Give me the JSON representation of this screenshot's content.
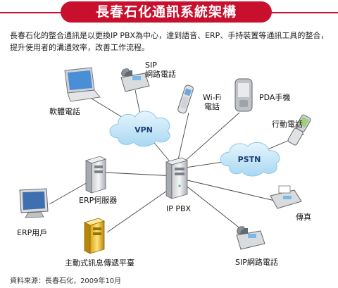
{
  "title": "長春石化通訊系統架構",
  "intro": "長春石化的整合通訊是以更換IP PBX為中心，達到語音、ERP、手持裝置等通訊工具的整合，提升使用者的溝通效率，改善工作流程。",
  "center": {
    "label": "IP PBX",
    "icon": "server-tower-icon"
  },
  "clouds": [
    {
      "id": "vpn",
      "label": "VPN"
    },
    {
      "id": "pstn",
      "label": "PSTN"
    }
  ],
  "nodes": [
    {
      "id": "softphone",
      "label": "軟體電話",
      "icon": "laptop-icon"
    },
    {
      "id": "sip-phone-top",
      "label_lines": [
        "SIP",
        "網路電話"
      ],
      "icon": "desk-phone-icon"
    },
    {
      "id": "wifi-phone",
      "label_lines": [
        "Wi-Fi",
        "電話"
      ],
      "icon": "wifi-phone-icon"
    },
    {
      "id": "pda",
      "label": "PDA手機",
      "icon": "pda-icon"
    },
    {
      "id": "mobile",
      "label": "行動電話",
      "icon": "flip-phone-icon"
    },
    {
      "id": "erp-server",
      "label": "ERP伺服器",
      "icon": "server-icon"
    },
    {
      "id": "erp-client",
      "label": "ERP用戶",
      "icon": "monitor-icon"
    },
    {
      "id": "msg-server",
      "label": "主動式訊息傳遞平臺",
      "icon": "gold-server-icon"
    },
    {
      "id": "fax",
      "label": "傳真",
      "icon": "fax-icon"
    },
    {
      "id": "sip-phone-bottom",
      "label": "SIP網路電話",
      "icon": "desk-phone-icon"
    }
  ],
  "colors": {
    "banner": "#c8102e",
    "cloud": "#bfe3f6",
    "cloud_text": "#1c3f6e"
  },
  "source": "資料來源：長春石化，2009年10月"
}
